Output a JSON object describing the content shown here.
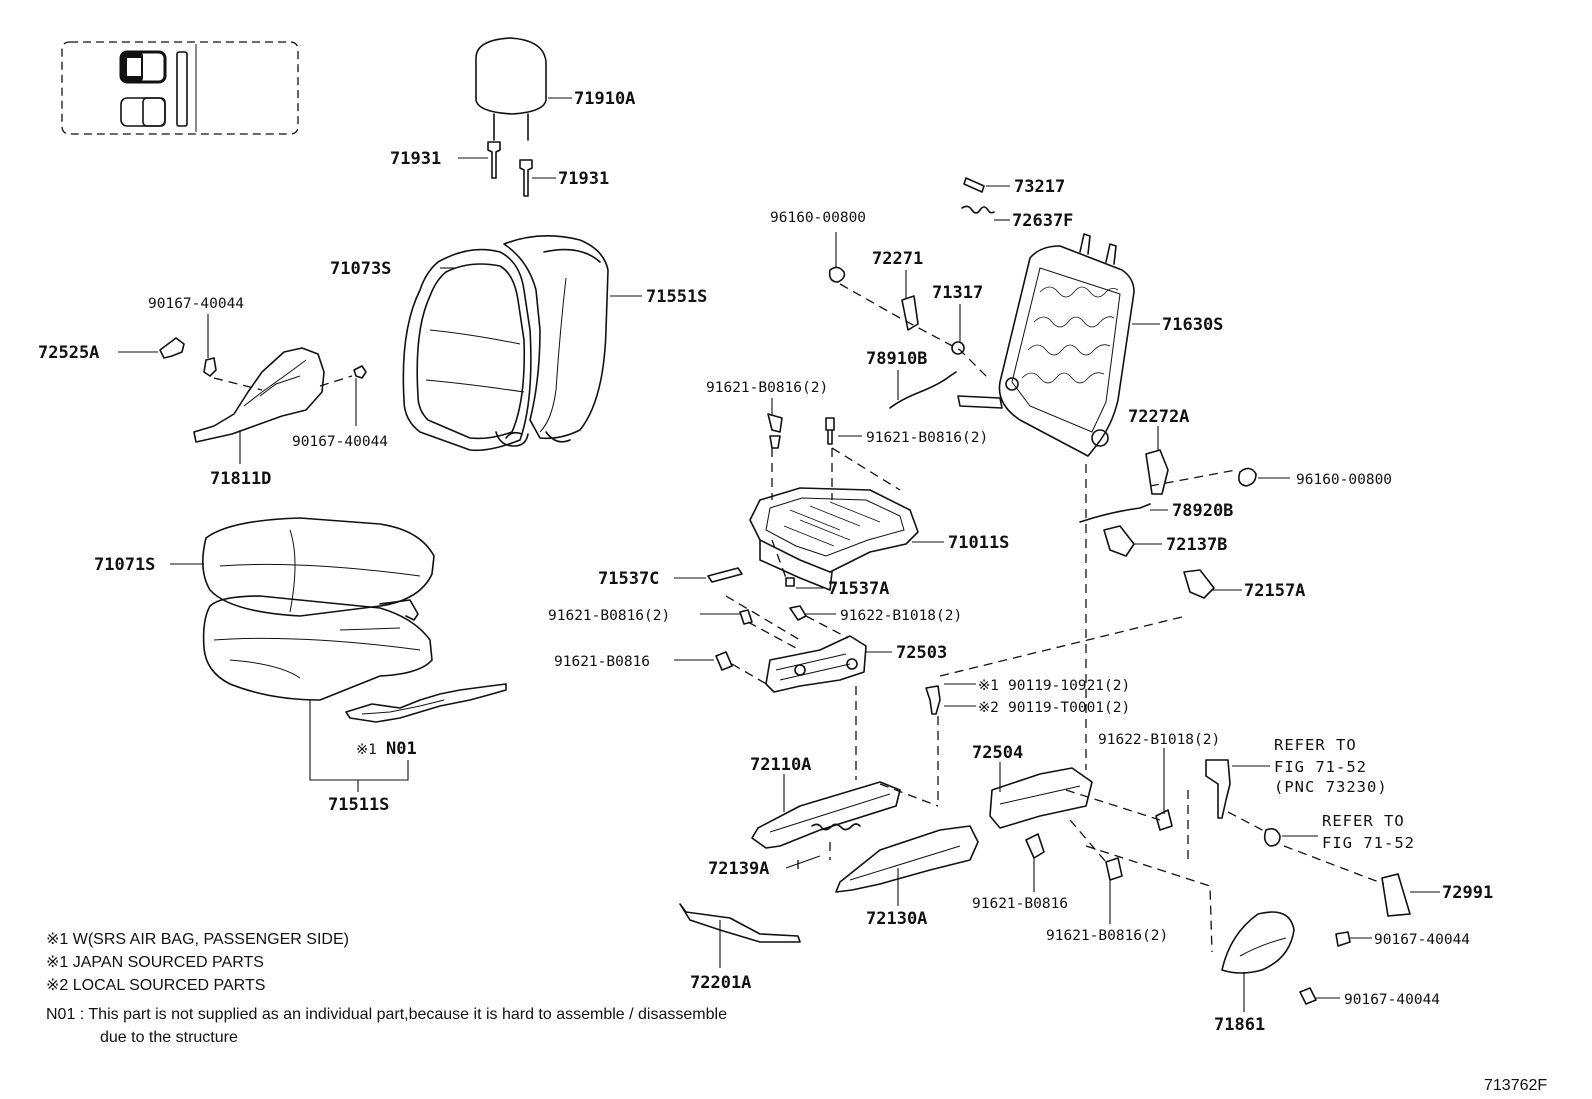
{
  "labels": {
    "71910A": "71910A",
    "71931_a": "71931",
    "71931_b": "71931",
    "73217": "73217",
    "72637F": "72637F",
    "96160_top": "96160-00800",
    "72271": "72271",
    "71317": "71317",
    "71073S": "71073S",
    "71551S": "71551S",
    "71630S": "71630S",
    "90167_a": "90167-40044",
    "72525A": "72525A",
    "90167_b": "90167-40044",
    "71811D": "71811D",
    "78910B": "78910B",
    "91621_bolt_a": "91621-B0816(2)",
    "91621_bolt_b": "91621-B0816(2)",
    "72272A": "72272A",
    "96160_right": "96160-00800",
    "78920B": "78920B",
    "71011S": "71011S",
    "72137B": "72137B",
    "71071S": "71071S",
    "71537C": "71537C",
    "71537A": "71537A",
    "72157A": "72157A",
    "91621_bolt_c": "91621-B0816(2)",
    "91622_a": "91622-B1018(2)",
    "91621_single_a": "91621-B0816",
    "72503": "72503",
    "mark1_90119": "※1",
    "val_90119_1": "90119-10921(2)",
    "mark2_90119": "※2",
    "val_90119_2": "90119-T0001(2)",
    "N01_mark": "※1",
    "N01": "N01",
    "71511S": "71511S",
    "72110A": "72110A",
    "72504": "72504",
    "91622_b": "91622-B1018(2)",
    "refer1_line1": "REFER TO",
    "refer1_line2": "FIG 71-52",
    "refer1_line3": "(PNC 73230)",
    "refer2_line1": "REFER TO",
    "refer2_line2": "FIG 71-52",
    "72139A": "72139A",
    "72991": "72991",
    "91621_single_b": "91621-B0816",
    "72130A": "72130A",
    "91621_bolt_d": "91621-B0816(2)",
    "90167_c": "90167-40044",
    "90167_d": "90167-40044",
    "72201A": "72201A",
    "71861": "71861",
    "figure_id": "713762F"
  },
  "notes": [
    "※1 W(SRS AIR BAG, PASSENGER SIDE)",
    "※1 JAPAN SOURCED PARTS",
    "※2 LOCAL SOURCED PARTS",
    "N01 : This part is not supplied as an individual part,because it is hard to assemble / disassemble",
    "due to the structure"
  ]
}
